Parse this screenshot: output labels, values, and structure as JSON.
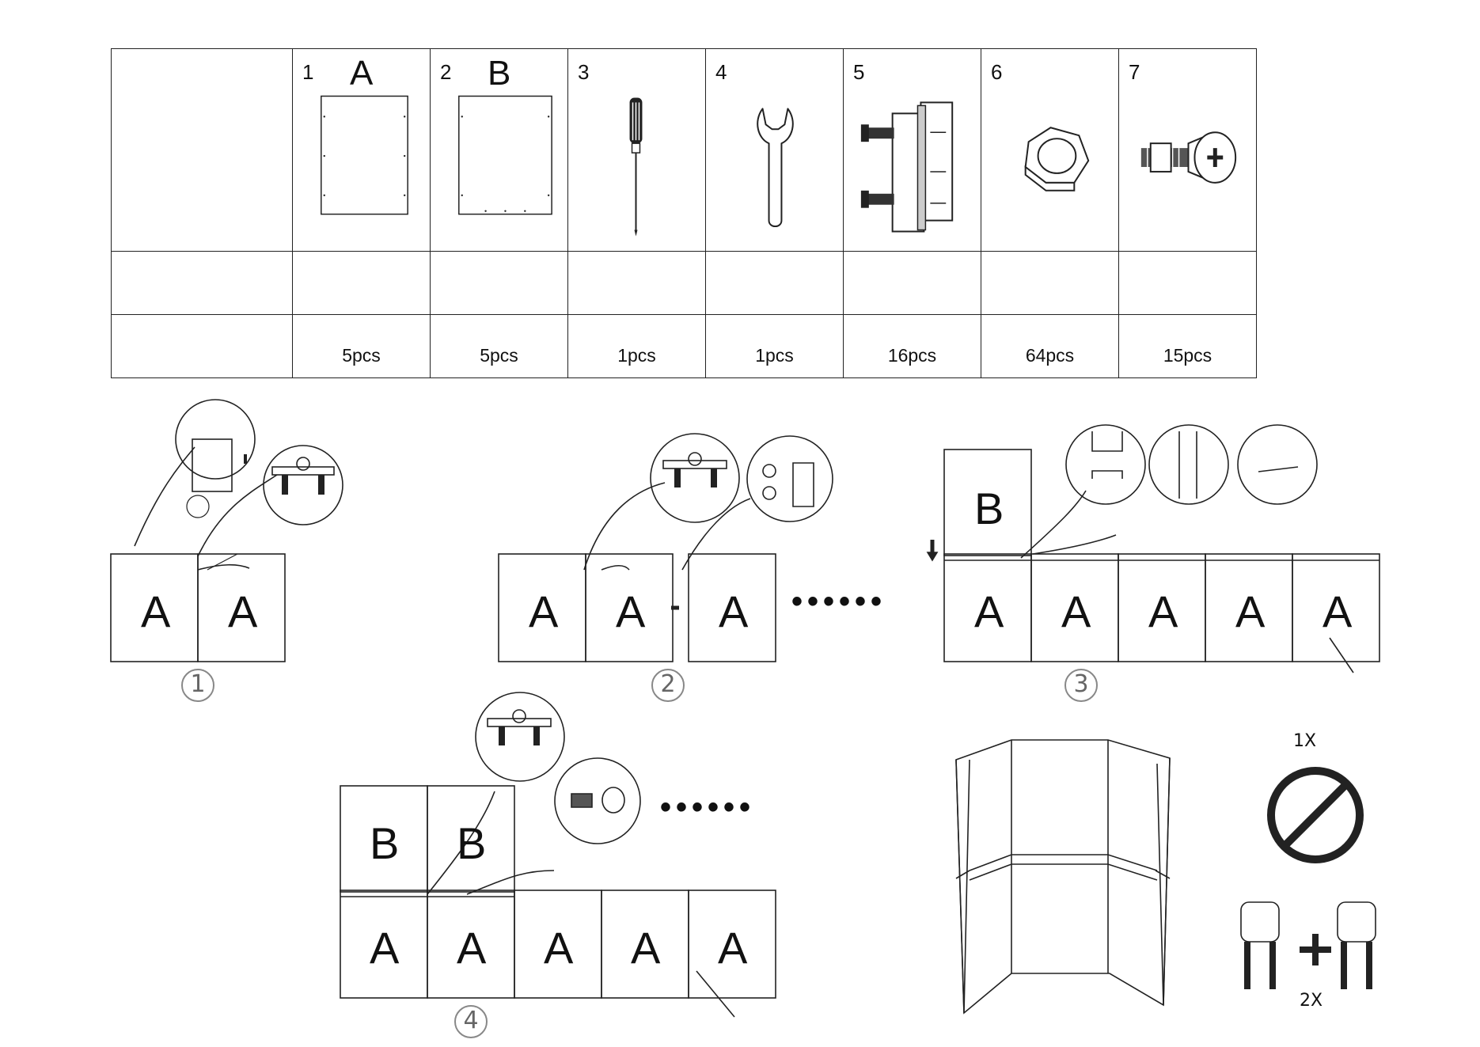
{
  "parts": [
    {
      "num": "1",
      "letter": "A",
      "icon": "panel-a-icon",
      "qty": "5pcs"
    },
    {
      "num": "2",
      "letter": "B",
      "icon": "panel-b-icon",
      "qty": "5pcs"
    },
    {
      "num": "3",
      "letter": "",
      "icon": "screwdriver-icon",
      "qty": "1pcs"
    },
    {
      "num": "4",
      "letter": "",
      "icon": "wrench-icon",
      "qty": "1pcs"
    },
    {
      "num": "5",
      "letter": "",
      "icon": "hinge-icon",
      "qty": "16pcs"
    },
    {
      "num": "6",
      "letter": "",
      "icon": "hex-nut-icon",
      "qty": "64pcs"
    },
    {
      "num": "7",
      "letter": "",
      "icon": "screw-icon",
      "qty": "15pcs"
    }
  ],
  "panel_letters": {
    "a": "A",
    "b": "B"
  },
  "steps": {
    "s1": "1",
    "s2": "2",
    "s3": "3",
    "s4": "4"
  },
  "ellipsis": "••••••",
  "people": {
    "single": "1X",
    "double": "2X"
  }
}
